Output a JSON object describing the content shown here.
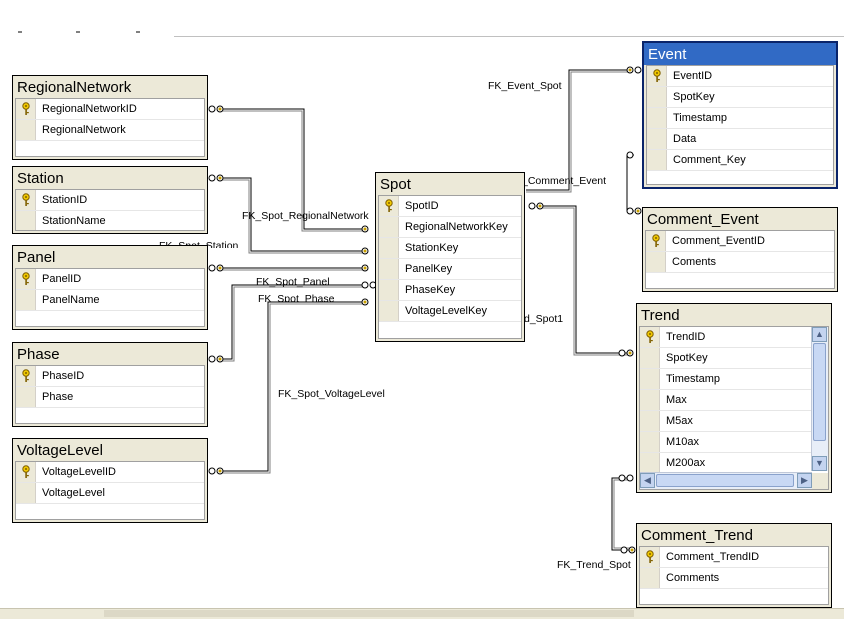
{
  "tables": {
    "regional_network": {
      "title": "RegionalNetwork",
      "columns": [
        "RegionalNetworkID",
        "RegionalNetwork"
      ]
    },
    "station": {
      "title": "Station",
      "columns": [
        "StationID",
        "StationName"
      ]
    },
    "panel": {
      "title": "Panel",
      "columns": [
        "PanelID",
        "PanelName"
      ]
    },
    "phase": {
      "title": "Phase",
      "columns": [
        "PhaseID",
        "Phase"
      ]
    },
    "voltage_level": {
      "title": "VoltageLevel",
      "columns": [
        "VoltageLevelID",
        "VoltageLevel"
      ]
    },
    "spot": {
      "title": "Spot",
      "columns": [
        "SpotID",
        "RegionalNetworkKey",
        "StationKey",
        "PanelKey",
        "PhaseKey",
        "VoltageLevelKey"
      ]
    },
    "event": {
      "title": "Event",
      "columns": [
        "EventID",
        "SpotKey",
        "Timestamp",
        "Data",
        "Comment_Key"
      ]
    },
    "comment_event": {
      "title": "Comment_Event",
      "columns": [
        "Comment_EventID",
        "Coments"
      ]
    },
    "trend": {
      "title": "Trend",
      "columns": [
        "TrendID",
        "SpotKey",
        "Timestamp",
        "Max",
        "M5ax",
        "M10ax",
        "M200ax"
      ]
    },
    "comment_trend": {
      "title": "Comment_Trend",
      "columns": [
        "Comment_TrendID",
        "Comments"
      ]
    }
  },
  "relationships": {
    "fk_spot_regional": "FK_Spot_RegionalNetwork",
    "fk_spot_station": "FK_Spot_Station",
    "fk_spot_panel": "FK_Spot_Panel",
    "fk_spot_phase": "FK_Spot_Phase",
    "fk_spot_voltage": "FK_Spot_VoltageLevel",
    "fk_event_spot": "FK_Event_Spot",
    "fk_comment_event": "_Comment_Event",
    "fk_trend_spot1": "d_Spot1",
    "fk_trend_spot": "FK_Trend_Spot"
  },
  "colors": {
    "selected_title": "#316ac5",
    "connector": "#000000",
    "key": "#c8a000"
  }
}
